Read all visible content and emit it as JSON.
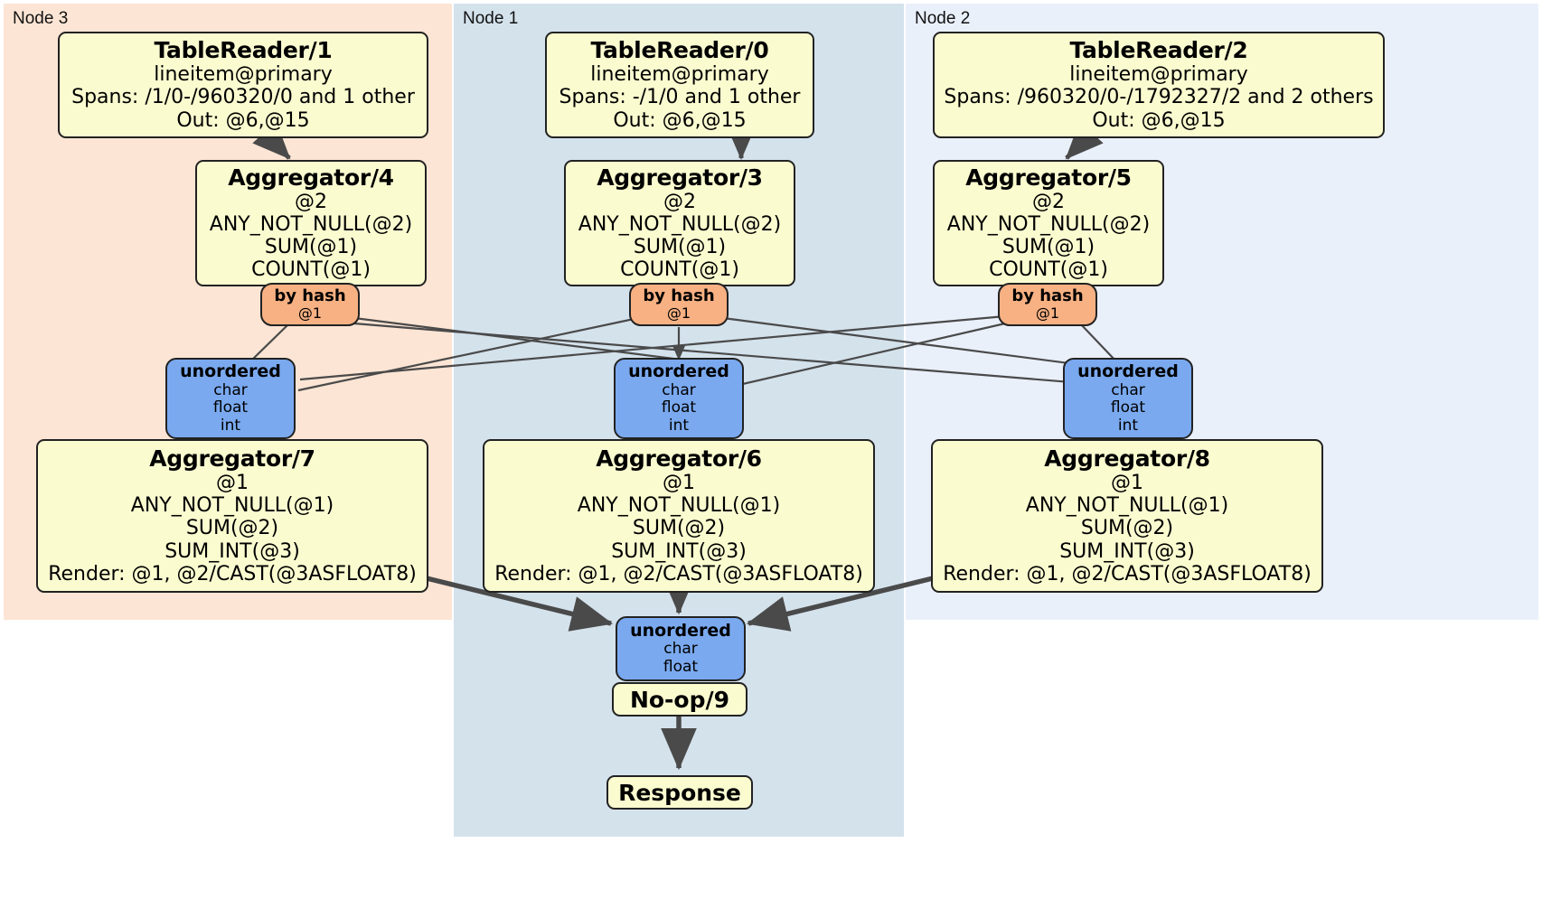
{
  "diagram": {
    "kind": "distributed-query-plan",
    "colors": {
      "node3_panel": "#fce5d4",
      "node1_panel": "#d4e2ec",
      "node2_panel": "#eaf0fa",
      "processor_box": "#fbfbd0",
      "router_box": "#f7b183",
      "receiver_box": "#7aa9ef",
      "edge": "#4a4a4a",
      "border": "#222222"
    }
  },
  "nodes": [
    {
      "id": "node3",
      "label": "Node 3"
    },
    {
      "id": "node1",
      "label": "Node 1"
    },
    {
      "id": "node2",
      "label": "Node 2"
    }
  ],
  "table_readers": [
    {
      "title": "TableReader/1",
      "lines": [
        "lineitem@primary",
        "Spans: /1/0-/960320/0 and 1 other",
        "Out: @6,@15"
      ]
    },
    {
      "title": "TableReader/0",
      "lines": [
        "lineitem@primary",
        "Spans: -/1/0 and 1 other",
        "Out: @6,@15"
      ]
    },
    {
      "title": "TableReader/2",
      "lines": [
        "lineitem@primary",
        "Spans: /960320/0-/1792327/2 and 2 others",
        "Out: @6,@15"
      ]
    }
  ],
  "aggregators_stage1": [
    {
      "title": "Aggregator/4",
      "lines": [
        "@2",
        "ANY_NOT_NULL(@2)",
        "SUM(@1)",
        "COUNT(@1)"
      ]
    },
    {
      "title": "Aggregator/3",
      "lines": [
        "@2",
        "ANY_NOT_NULL(@2)",
        "SUM(@1)",
        "COUNT(@1)"
      ]
    },
    {
      "title": "Aggregator/5",
      "lines": [
        "@2",
        "ANY_NOT_NULL(@2)",
        "SUM(@1)",
        "COUNT(@1)"
      ]
    }
  ],
  "routers": [
    {
      "title": "by hash",
      "line": "@1"
    },
    {
      "title": "by hash",
      "line": "@1"
    },
    {
      "title": "by hash",
      "line": "@1"
    }
  ],
  "receivers_stage1": [
    {
      "title": "unordered",
      "lines": [
        "char",
        "float",
        "int"
      ]
    },
    {
      "title": "unordered",
      "lines": [
        "char",
        "float",
        "int"
      ]
    },
    {
      "title": "unordered",
      "lines": [
        "char",
        "float",
        "int"
      ]
    }
  ],
  "aggregators_stage2": [
    {
      "title": "Aggregator/7",
      "lines": [
        "@1",
        "ANY_NOT_NULL(@1)",
        "SUM(@2)",
        "SUM_INT(@3)",
        "Render: @1, @2/CAST(@3ASFLOAT8)"
      ]
    },
    {
      "title": "Aggregator/6",
      "lines": [
        "@1",
        "ANY_NOT_NULL(@1)",
        "SUM(@2)",
        "SUM_INT(@3)",
        "Render: @1, @2/CAST(@3ASFLOAT8)"
      ]
    },
    {
      "title": "Aggregator/8",
      "lines": [
        "@1",
        "ANY_NOT_NULL(@1)",
        "SUM(@2)",
        "SUM_INT(@3)",
        "Render: @1, @2/CAST(@3ASFLOAT8)"
      ]
    }
  ],
  "final_receiver": {
    "title": "unordered",
    "lines": [
      "char",
      "float"
    ]
  },
  "noop": {
    "title": "No-op/9"
  },
  "response": {
    "title": "Response"
  }
}
